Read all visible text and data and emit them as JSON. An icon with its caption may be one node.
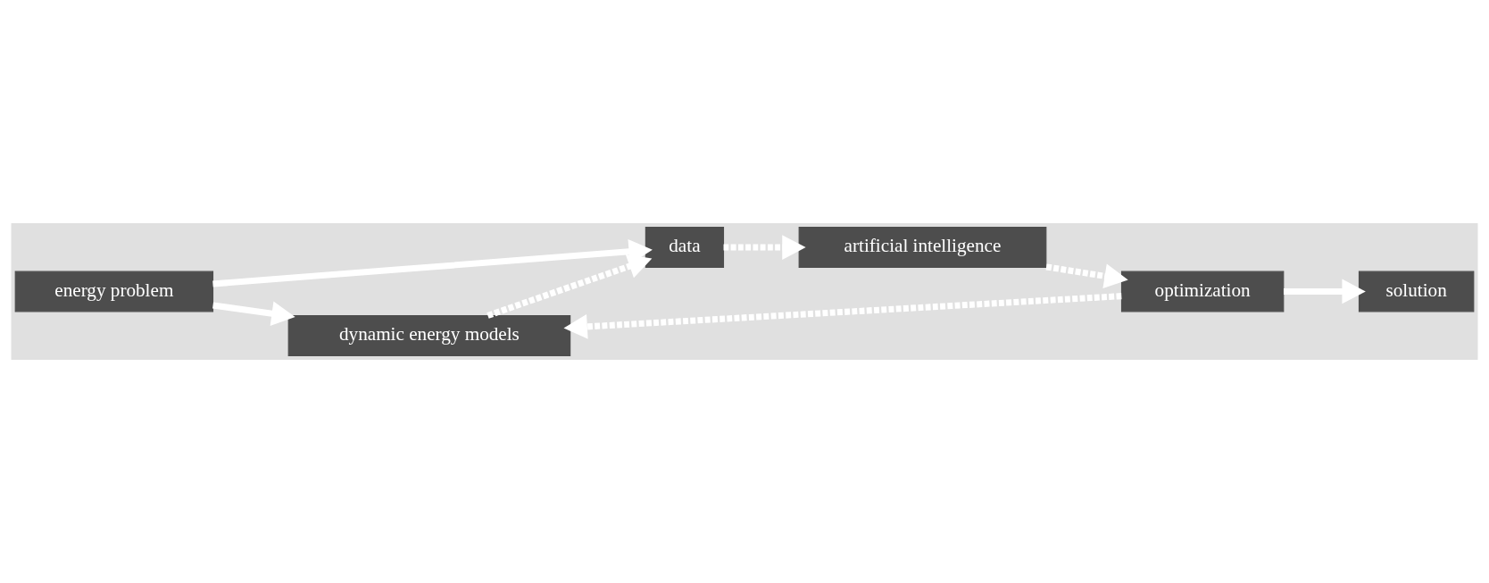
{
  "diagram": {
    "nodes": [
      {
        "text": [
          "energy problem"
        ]
      },
      {
        "text": [
          "dynamic energy models"
        ]
      },
      {
        "text": [
          "optimization"
        ]
      },
      {
        "text": [
          "solution"
        ]
      },
      {
        "text": [
          "data"
        ]
      },
      {
        "text": [
          "artificial intelligence"
        ]
      }
    ],
    "edges": [
      {
        "from": 0,
        "to": 1,
        "arrow": "to"
      },
      {
        "from": 0,
        "to": 4,
        "arrow": "to"
      },
      {
        "from": 1,
        "to": 4,
        "arrow": "to",
        "style": "dashed"
      },
      {
        "from": 4,
        "to": 5,
        "arrow": "to",
        "style": "dashed"
      },
      {
        "from": 5,
        "to": 2,
        "arrow": "to",
        "style": "dashed"
      },
      {
        "from": 2,
        "to": 1,
        "arrow": "to",
        "style": "dashed"
      },
      {
        "from": 2,
        "to": 3,
        "arrow": "to"
      }
    ]
  }
}
